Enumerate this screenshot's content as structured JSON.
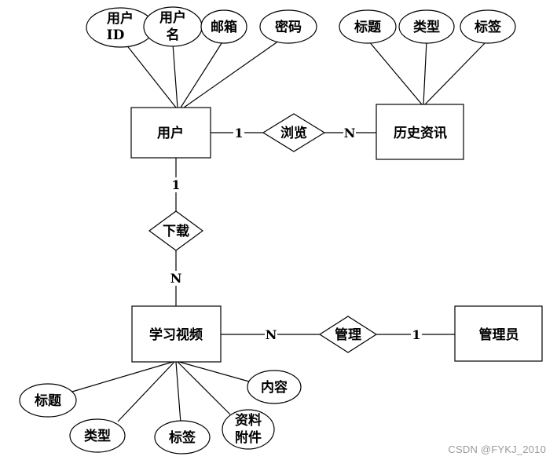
{
  "entities": {
    "user": "用户",
    "history": "历史资讯",
    "video": "学习视频",
    "admin": "管理员"
  },
  "relationships": {
    "browse": "浏览",
    "download": "下载",
    "manage": "管理"
  },
  "user_attributes": {
    "user_id": [
      "用户",
      "ID"
    ],
    "username": [
      "用户",
      "名"
    ],
    "email": "邮箱",
    "password": "密码"
  },
  "history_attributes": {
    "title": "标题",
    "type": "类型",
    "tag": "标签"
  },
  "video_attributes": {
    "title": "标题",
    "type": "类型",
    "tag": "标签",
    "attachment": [
      "资料",
      "附件"
    ],
    "content": "内容"
  },
  "cardinalities": {
    "browse_user": "1",
    "browse_history": "N",
    "download_user": "1",
    "download_video": "N",
    "manage_video": "N",
    "manage_admin": "1"
  },
  "watermark": "CSDN @FYKJ_2010"
}
